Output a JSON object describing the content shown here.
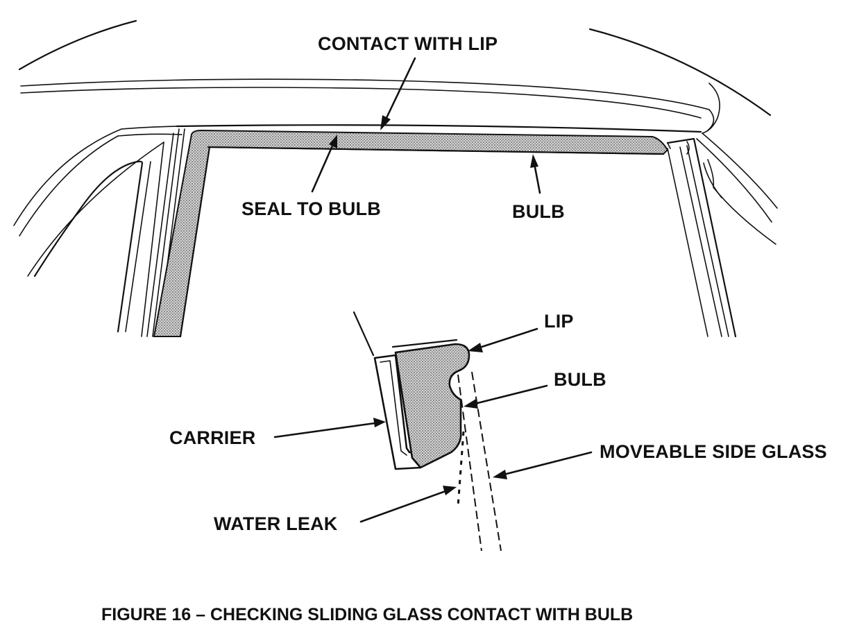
{
  "labels": {
    "contact_with_lip": "CONTACT WITH LIP",
    "seal_to_bulb": "SEAL TO BULB",
    "bulb_top": "BULB",
    "lip": "LIP",
    "bulb_detail": "BULB",
    "carrier": "CARRIER",
    "moveable_side_glass": "MOVEABLE SIDE GLASS",
    "water_leak": "WATER LEAK"
  },
  "caption": "FIGURE 16 – CHECKING SLIDING GLASS CONTACT WITH BULB",
  "colors": {
    "line": "#111111",
    "seal_fill": "#bdbdbd",
    "background": "#ffffff"
  }
}
